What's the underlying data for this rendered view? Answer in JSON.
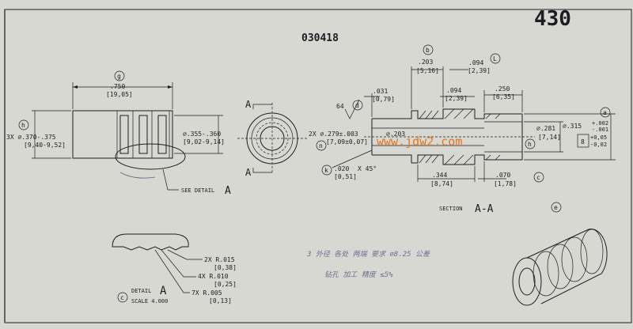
{
  "sheet": {
    "drawing_number": "030418",
    "page_number": "430",
    "watermark": "www.jdw2.com"
  },
  "left_view": {
    "length_in": ".750",
    "length_mm": "[19,05]",
    "outer_dia_in": "3X ⌀.370-.375",
    "outer_dia_mm": "[9,40-9,52]",
    "groove_dia_in": "⌀.355-.360",
    "groove_dia_mm": "[9,02-9,14]",
    "see_detail": "SEE DETAIL",
    "detail_letter": "A",
    "balloon_g": "g",
    "balloon_h": "h"
  },
  "end_view": {
    "section_letter_top": "A",
    "section_letter_bottom": "A"
  },
  "section_view": {
    "surface_finish": "64",
    "balloon_d": "d",
    "d1_in": ".203",
    "d1_mm": "[5,16]",
    "d2_in": ".094",
    "d2_mm": "[2,39]",
    "d3_in": ".031",
    "d3_mm": "[0,79]",
    "d4_in": ".094",
    "d4_mm": "[2,39]",
    "d5_in": ".250",
    "d5_mm": "[6,35]",
    "bore_in": "2X ⌀.279±.003",
    "bore_mm": "[7,09±0,07]",
    "inner_in": "⌀.203",
    "chamfer_in": ".020",
    "chamfer_mm": "[0,51]",
    "chamfer_angle": "X 45°",
    "d6_in": ".344",
    "d6_mm": "[8,74]",
    "d7_in": ".070",
    "d7_mm": "[1,78]",
    "dia281_in": "⌀.281",
    "dia281_mm": "[7,14]",
    "dia315_in": "⌀.315",
    "dia315_tol_plus": "+.002",
    "dia315_tol_minus": "-.001",
    "dia315_mm_box": "8",
    "dia315_mm_tol_plus": "+0,05",
    "dia315_mm_tol_minus": "-0,02",
    "section_label": "SECTION",
    "section_letters": "A-A",
    "balloons": [
      "b",
      "L",
      "a",
      "h",
      "k",
      "n",
      "c",
      "e"
    ]
  },
  "detail_view": {
    "r1": "2X R.015",
    "r1_mm": "[0,38]",
    "r2": "4X R.010",
    "r2_mm": "[0,25]",
    "r3": "7X R.005",
    "r3_mm": "[0,13]",
    "detail_word": "DETAIL",
    "detail_letter": "A",
    "scale": "SCALE  4.000",
    "balloon": "c"
  },
  "handwritten_notes": {
    "line1": "3  外径 各处 两端  要求 ⌀8.25 公差",
    "line2": "钻孔 加工 精度 ≤5%"
  }
}
